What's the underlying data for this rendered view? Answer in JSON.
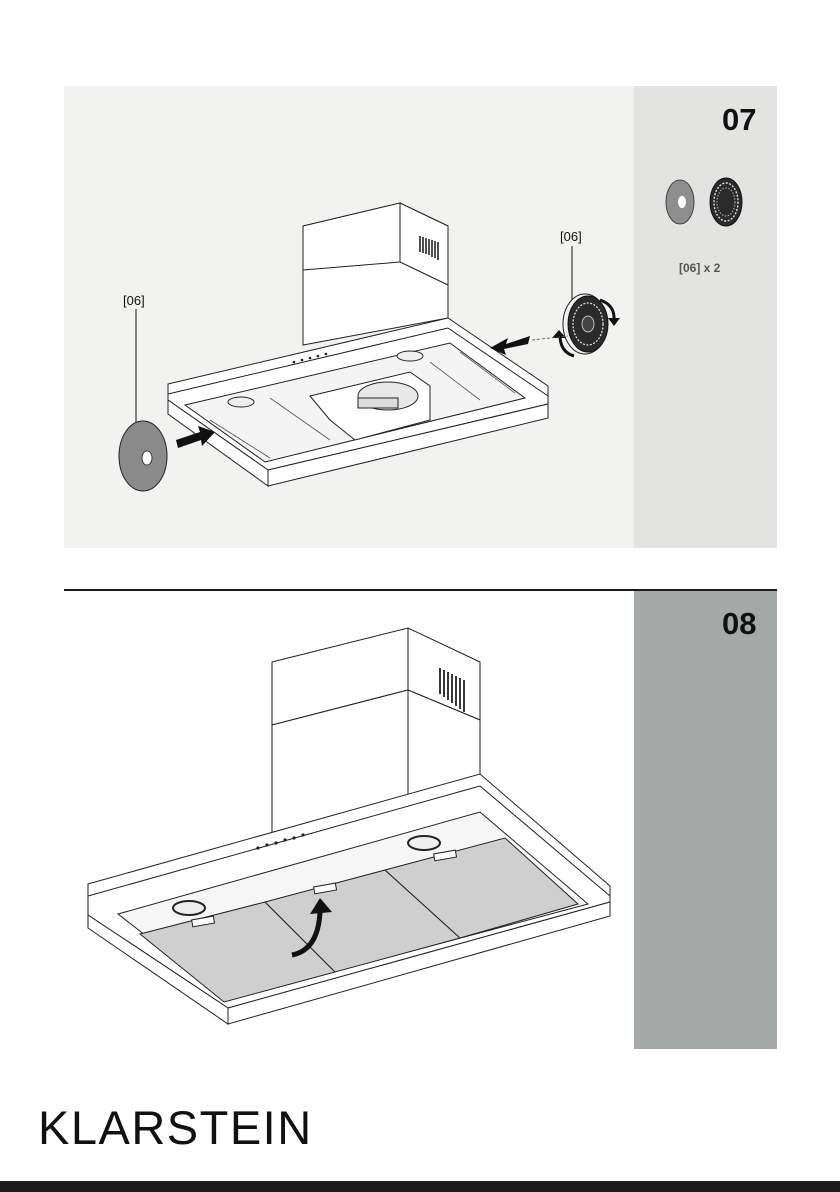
{
  "step_07": {
    "number": "07",
    "left_callout": "[06]",
    "right_callout": "[06]",
    "parts_label": "[06] x 2"
  },
  "step_08": {
    "number": "08"
  },
  "footer": {
    "brand": "KLARSTEIN"
  },
  "colors": {
    "panel_light": "#e3e3e1",
    "panel_dark": "#a4a8a6",
    "filter_grey": "#cfcfcf"
  }
}
